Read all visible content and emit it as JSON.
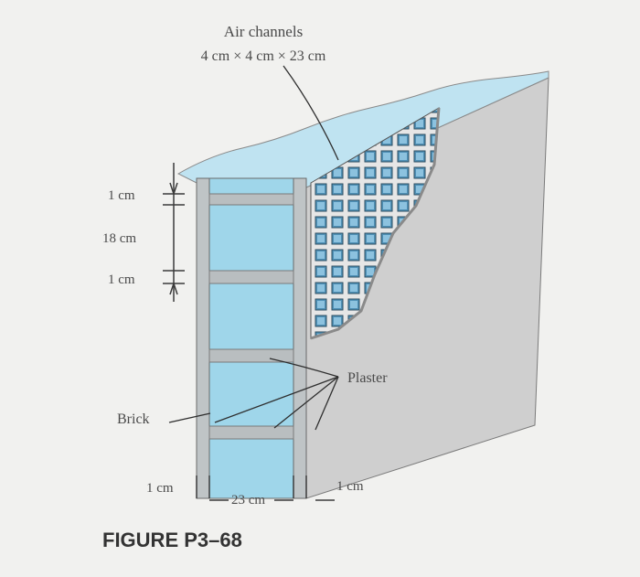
{
  "labels": {
    "air_channels_title": "Air channels",
    "air_channels_dims": "4 cm × 4 cm × 23 cm",
    "dim_top": "1 cm",
    "dim_middle": "18 cm",
    "dim_bottom": "1 cm",
    "plaster": "Plaster",
    "brick": "Brick",
    "bottom_left_dim": "1 cm",
    "bottom_middle_dim": "23 cm",
    "bottom_right_dim": "1 cm"
  },
  "caption": "FIGURE P3–68",
  "colors": {
    "water_blue": "#9fd6ea",
    "band_gray": "#b9bec0",
    "plaster_gray": "#c9c9c9",
    "wall_gray": "#d3d3d3",
    "channel_blue": "#5a9ec3",
    "line": "#3b3b3b"
  }
}
